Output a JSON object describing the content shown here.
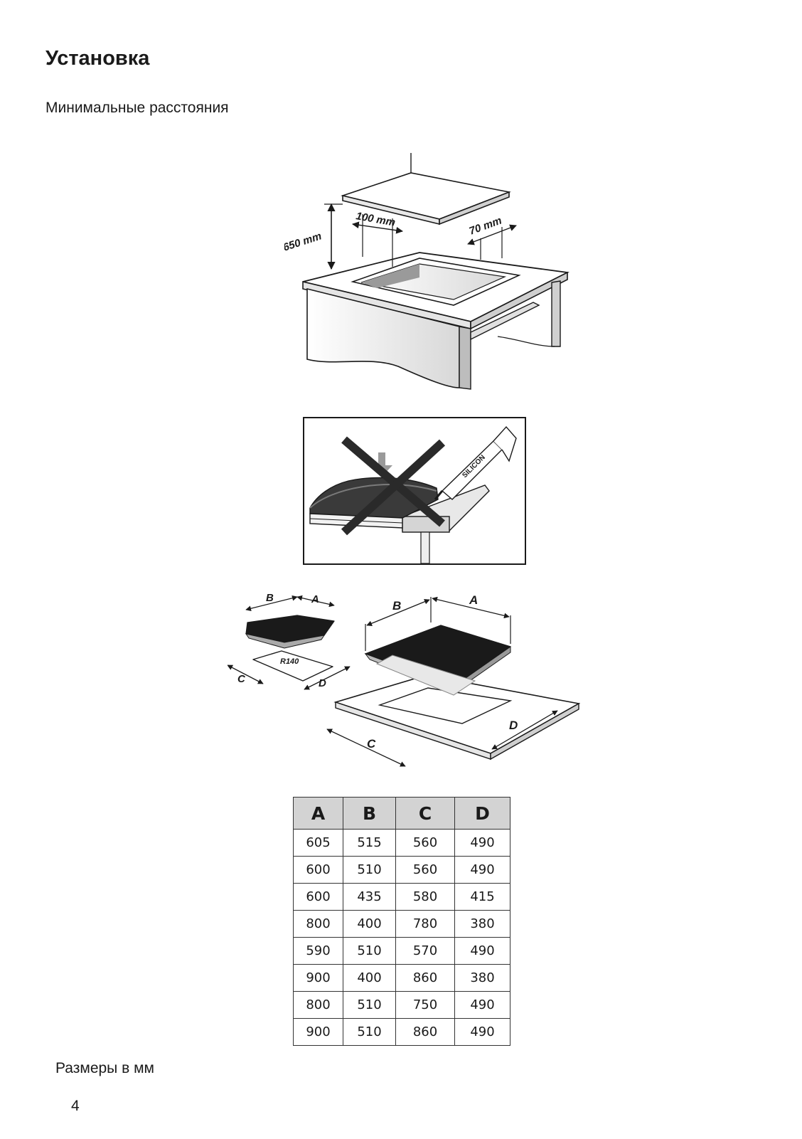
{
  "header": {
    "title": "Установка",
    "subtitle": "Минимальные расстояния"
  },
  "figure1": {
    "label_height": "650 mm",
    "label_back": "100 mm",
    "label_side": "70 mm"
  },
  "figure2": {
    "tube_label": "SILICON"
  },
  "figure3": {
    "radius_label": "R140",
    "label_a": "A",
    "label_b": "B",
    "label_c": "C",
    "label_d": "D"
  },
  "table": {
    "headers": [
      "A",
      "B",
      "C",
      "D"
    ],
    "rows": [
      [
        "605",
        "515",
        "560",
        "490"
      ],
      [
        "600",
        "510",
        "560",
        "490"
      ],
      [
        "600",
        "435",
        "580",
        "415"
      ],
      [
        "800",
        "400",
        "780",
        "380"
      ],
      [
        "590",
        "510",
        "570",
        "490"
      ],
      [
        "900",
        "400",
        "860",
        "380"
      ],
      [
        "800",
        "510",
        "750",
        "490"
      ],
      [
        "900",
        "510",
        "860",
        "490"
      ]
    ]
  },
  "footer": {
    "caption": "Размеры в мм",
    "page_number": "4"
  }
}
